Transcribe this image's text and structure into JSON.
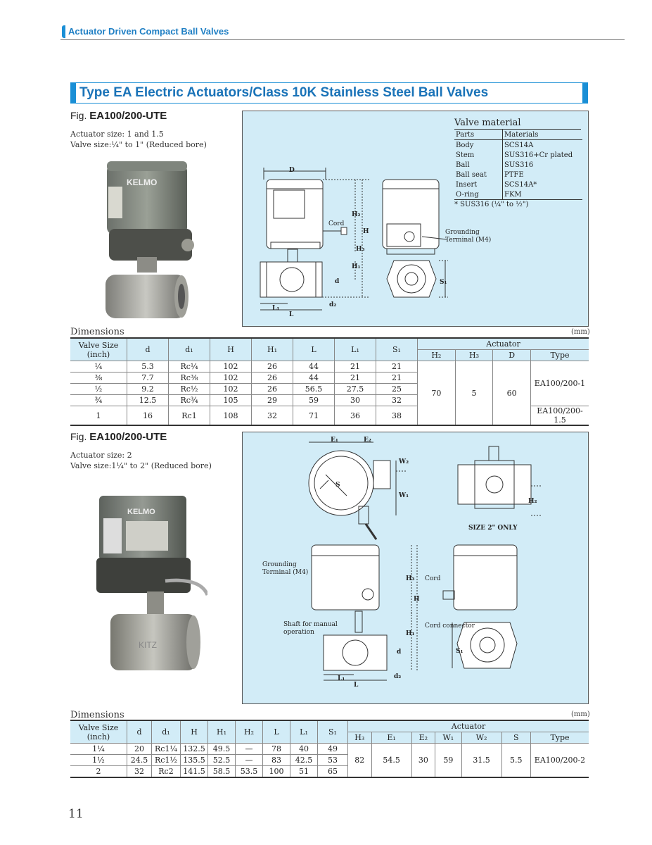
{
  "header": {
    "text": "Actuator Driven Compact Ball Valves"
  },
  "title": "Type EA Electric Actuators/Class 10K Stainless Steel Ball Valves",
  "section1": {
    "fig_prefix": "Fig.",
    "fig_name": "EA100/200-UTE",
    "desc1": "Actuator size: 1 and 1.5",
    "desc2": "Valve size:¼\" to 1\" (Reduced bore)",
    "photo_text": "KELMO",
    "valve_material": {
      "title": "Valve material",
      "head": [
        "Parts",
        "Materials"
      ],
      "rows": [
        [
          "Body",
          "SCS14A"
        ],
        [
          "Stem",
          "SUS316+Cr plated"
        ],
        [
          "Ball",
          "SUS316"
        ],
        [
          "Ball seat",
          "PTFE"
        ],
        [
          "Insert",
          "SCS14A*"
        ],
        [
          "O-ring",
          "FKM"
        ]
      ],
      "note": "* SUS316 (¼\" to ½\")"
    },
    "labels": {
      "D": "D",
      "H2": "H₂",
      "H": "H",
      "H3": "H₃",
      "H1": "H₁",
      "d": "d",
      "L1": "L₁",
      "L": "L",
      "d2": "d₂",
      "S1": "S₁",
      "cord": "Cord",
      "ground1": "Grounding",
      "ground2": "Terminal (M4)"
    },
    "dimensions_label": "Dimensions",
    "unit": "(mm)",
    "table": {
      "head_main": [
        "Valve Size (inch)",
        "d",
        "d₁",
        "H",
        "H₁",
        "L",
        "L₁",
        "S₁"
      ],
      "actuator": "Actuator",
      "head_act": [
        "H₂",
        "H₃",
        "D",
        "Type"
      ],
      "rows": [
        [
          "¼",
          "5.3",
          "Rc¼",
          "102",
          "26",
          "44",
          "21",
          "21"
        ],
        [
          "⅜",
          "7.7",
          "Rc⅜",
          "102",
          "26",
          "44",
          "21",
          "21"
        ],
        [
          "½",
          "9.2",
          "Rc½",
          "102",
          "26",
          "56.5",
          "27.5",
          "25"
        ],
        [
          "¾",
          "12.5",
          "Rc¾",
          "105",
          "29",
          "59",
          "30",
          "32"
        ],
        [
          "1",
          "16",
          "Rc1",
          "108",
          "32",
          "71",
          "36",
          "38"
        ]
      ],
      "merged": {
        "H2": "70",
        "H3": "5",
        "D": "60",
        "type_a": "EA100/200-1",
        "type_b": "EA100/200-1.5"
      }
    }
  },
  "section2": {
    "fig_prefix": "Fig.",
    "fig_name": "EA100/200-UTE",
    "desc1": "Actuator size: 2",
    "desc2": "Valve size:1¼\" to 2\" (Reduced bore)",
    "photo_text": "KELMO",
    "photo_text2": "KITZ",
    "labels": {
      "E1": "E₁",
      "E2": "E₂",
      "W2": "W₂",
      "W1": "W₁",
      "S": "S",
      "H2": "H₂",
      "size_note": "SIZE 2\" ONLY",
      "ground1": "Grounding",
      "ground2": "Terminal (M4)",
      "H3": "H₃",
      "H": "H",
      "H1": "H₁",
      "cord": "Cord",
      "shaft1": "Shaft for manual",
      "shaft2": "operation",
      "cord_conn": "Cord connector",
      "d": "d",
      "L1": "L₁",
      "L": "L",
      "d2": "d₂",
      "S1": "S₁"
    },
    "dimensions_label": "Dimensions",
    "unit": "(mm)",
    "table": {
      "head_main": [
        "Valve Size (inch)",
        "d",
        "d₁",
        "H",
        "H₁",
        "H₂",
        "L",
        "L₁",
        "S₁"
      ],
      "actuator": "Actuator",
      "head_act": [
        "H₃",
        "E₁",
        "E₂",
        "W₁",
        "W₂",
        "S",
        "Type"
      ],
      "rows": [
        [
          "1¼",
          "20",
          "Rc1¼",
          "132.5",
          "49.5",
          "—",
          "78",
          "40",
          "49"
        ],
        [
          "1½",
          "24.5",
          "Rc1½",
          "135.5",
          "52.5",
          "—",
          "83",
          "42.5",
          "53"
        ],
        [
          "2",
          "32",
          "Rc2",
          "141.5",
          "58.5",
          "53.5",
          "100",
          "51",
          "65"
        ]
      ],
      "merged": {
        "H3": "82",
        "E1": "54.5",
        "E2": "30",
        "W1": "59",
        "W2": "31.5",
        "S": "5.5",
        "Type": "EA100/200-2"
      }
    }
  },
  "page_number": "11"
}
